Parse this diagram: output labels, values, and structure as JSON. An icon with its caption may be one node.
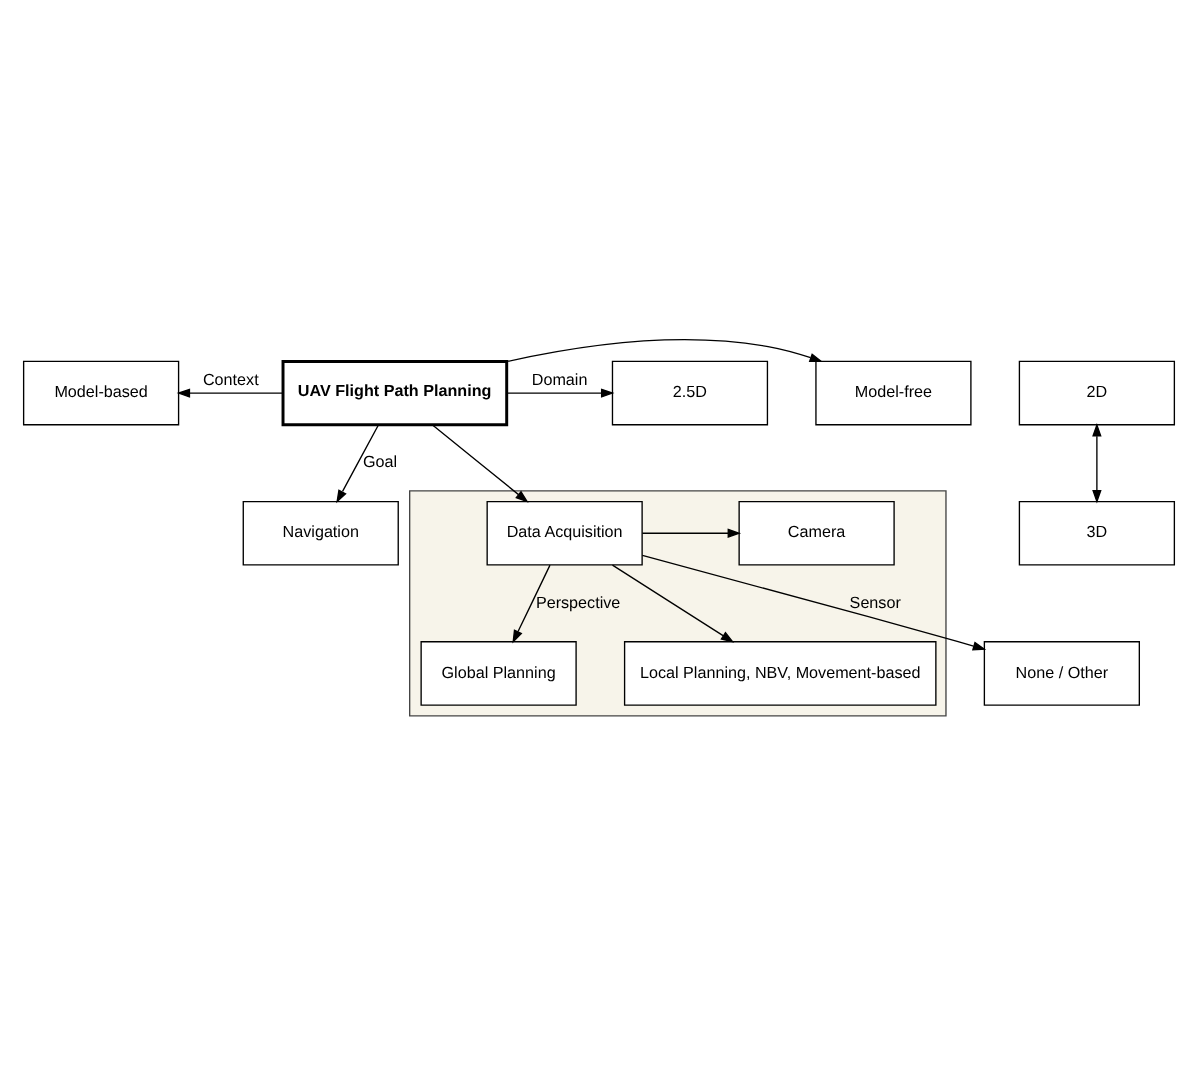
{
  "diagram": {
    "nodes": [
      {
        "text": [
          "Model-based"
        ]
      },
      {
        "text": [
          "Model-free"
        ]
      },
      {
        "text": [
          "UAV Flight Path Planning"
        ]
      },
      {
        "text": [
          "2D"
        ]
      },
      {
        "text": [
          "3D"
        ]
      },
      {
        "text": [
          "2.5D"
        ]
      },
      {
        "text": [
          "Navigation"
        ]
      },
      {
        "text": [],
        "shape": "box"
      },
      {
        "text": [
          "Data Acquisition"
        ],
        "in": 7
      },
      {
        "text": [
          "None / Other"
        ]
      },
      {
        "text": [
          "Camera"
        ],
        "in": 7
      },
      {
        "text": [
          "Global Planning"
        ],
        "in": 7
      },
      {
        "text": [
          "Local Planning, NBV, Movement-based"
        ],
        "in": 7
      }
    ],
    "edges": [
      {
        "from": 2,
        "to": 0,
        "arrow": "to",
        "label": "Context"
      },
      {
        "from": 2,
        "to": 1,
        "arrow": "to"
      },
      {
        "from": 2,
        "to": 5,
        "arrow": "to",
        "label": "Domain"
      },
      {
        "from": 3,
        "to": 4,
        "arrow": "both"
      },
      {
        "from": 2,
        "to": 6,
        "arrow": "to",
        "label": "Goal"
      },
      {
        "from": 2,
        "to": 8,
        "arrow": "to"
      },
      {
        "from": 8,
        "to": 9,
        "arrow": "to",
        "label": "Sensor"
      },
      {
        "from": 8,
        "to": 10,
        "arrow": "to"
      },
      {
        "from": 8,
        "to": 11,
        "arrow": "to",
        "label": "Perspective"
      },
      {
        "from": 8,
        "to": 12,
        "arrow": "to"
      }
    ]
  }
}
